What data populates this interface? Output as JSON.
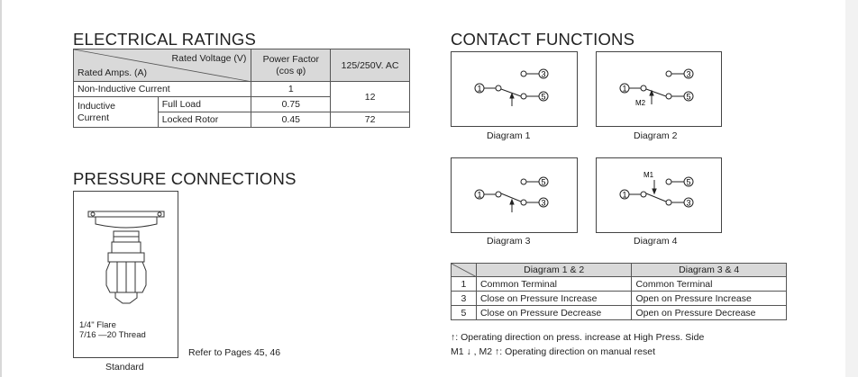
{
  "electrical": {
    "title": "ELECTRICAL RATINGS",
    "rated_voltage": "Rated Voltage (V)",
    "rated_amps": "Rated Amps. (A)",
    "power_factor": "Power Factor",
    "power_factor_sym": "(cos φ)",
    "voltage_ac": "125/250V. AC",
    "non_inductive": "Non-Inductive Current",
    "non_inductive_pf": "1",
    "amps_12": "12",
    "inductive": "Inductive",
    "current": "Current",
    "full_load": "Full Load",
    "full_load_pf": "0.75",
    "locked_rotor": "Locked Rotor",
    "locked_rotor_pf": "0.45",
    "locked_rotor_amps": "72"
  },
  "pressure": {
    "title": "PRESSURE CONNECTIONS",
    "flare": "1/4\" Flare",
    "thread": "7/16 —20 Thread",
    "standard": "Standard",
    "refer": "Refer to Pages 45, 46"
  },
  "contact": {
    "title": "CONTACT FUNCTIONS",
    "terminal_1": "1",
    "terminal_3": "3",
    "terminal_5": "5",
    "m1": "M1",
    "m2": "M2",
    "diagram_1": "Diagram 1",
    "diagram_2": "Diagram 2",
    "diagram_3": "Diagram 3",
    "diagram_4": "Diagram 4",
    "col_12": "Diagram 1 & 2",
    "col_34": "Diagram 3 & 4",
    "rows": [
      {
        "n": "1",
        "a": "Common Terminal",
        "b": "Common Terminal"
      },
      {
        "n": "3",
        "a": "Close on Pressure Increase",
        "b": "Open on Pressure Increase"
      },
      {
        "n": "5",
        "a": "Close on Pressure Decrease",
        "b": "Open on Pressure Decrease"
      }
    ],
    "note_1": "↑: Operating direction on press. increase at High Press. Side",
    "note_2": "M1 ↓ , M2 ↑: Operating direction on manual reset"
  }
}
